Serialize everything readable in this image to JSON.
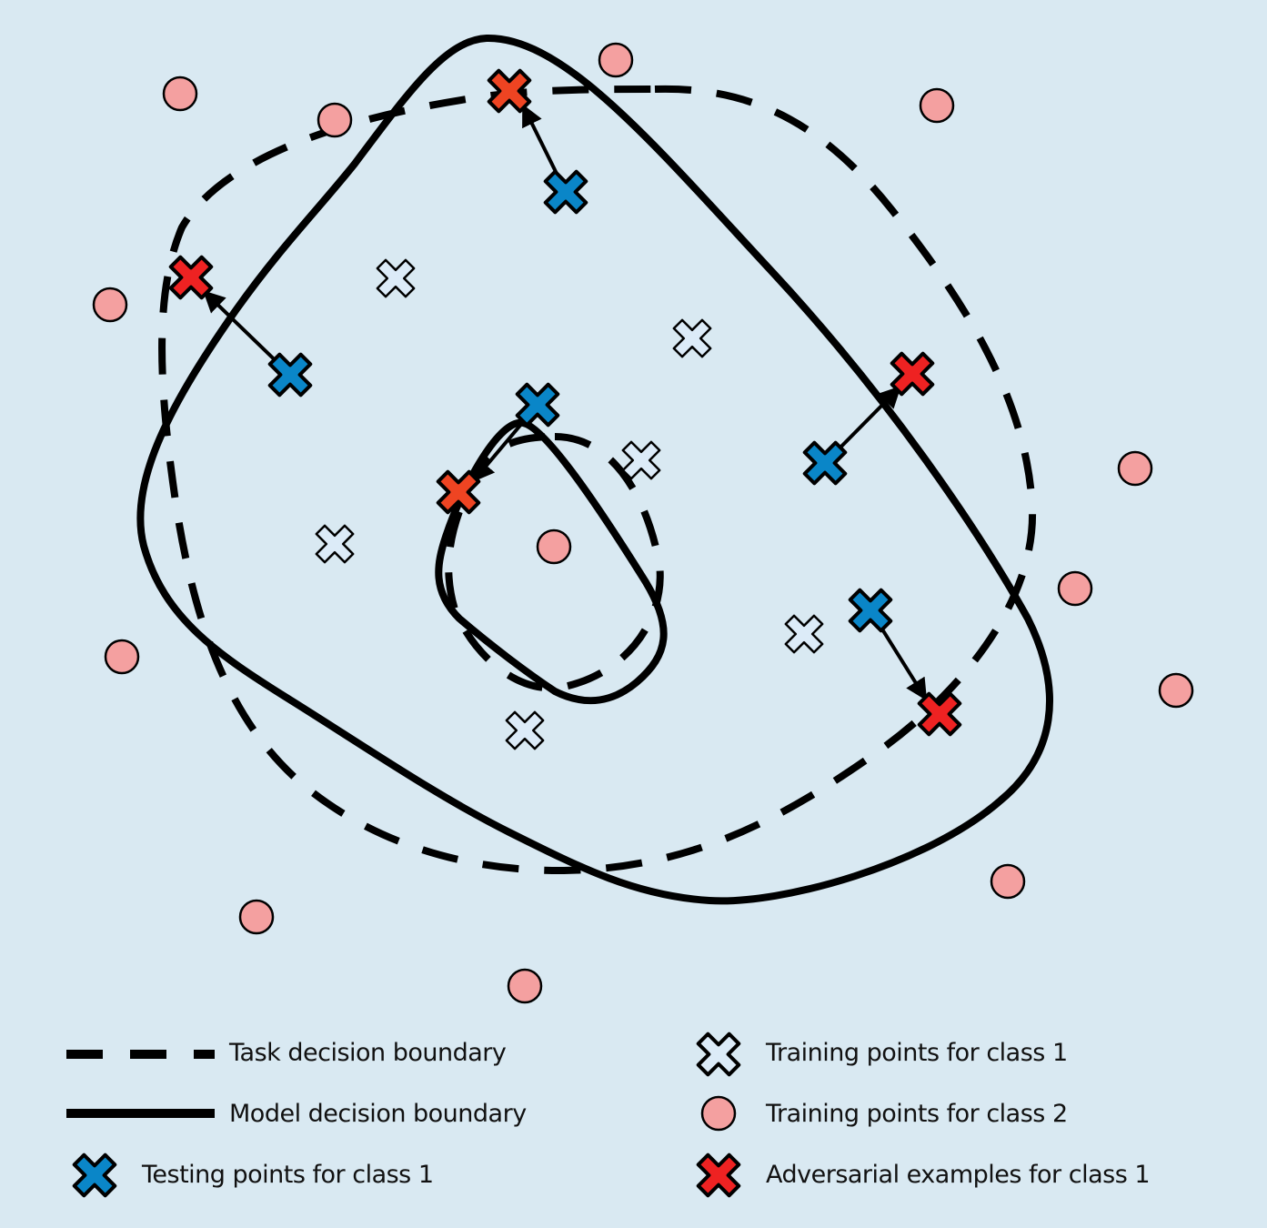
{
  "legend": {
    "task_boundary": "Task decision boundary",
    "model_boundary": "Model decision boundary",
    "testing_class1": "Testing points for class 1",
    "training_class1": "Training points for class 1",
    "training_class2": "Training points for class 2",
    "adversarial_class1": "Adversarial examples for class 1"
  },
  "colors": {
    "background": "#d9e9f2",
    "testing": "#0a86c8",
    "training_class1": "#dcebf8",
    "training_class2": "#f4a0a0",
    "adversarial": "#ee2222",
    "adversarial_alt": "#ee4422"
  }
}
